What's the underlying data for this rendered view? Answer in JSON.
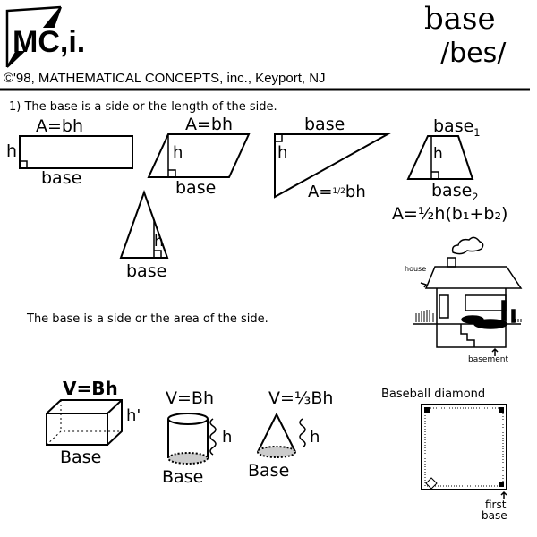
{
  "header": {
    "logo_text": "MC,i.",
    "word": "base",
    "pronunciation": "/bes/",
    "copyright": "©'98, MATHEMATICAL CONCEPTS, inc., Keyport, NJ"
  },
  "definition_1": "1) The base is a side or the length of the side.",
  "definition_2": "The base is a side or the area of the side.",
  "rectangle": {
    "formula": "A=bh",
    "height": "h",
    "base": "base"
  },
  "parallelogram": {
    "formula": "A=bh",
    "height": "h",
    "base": "base"
  },
  "right_triangle": {
    "formula_prefix": "A=",
    "formula_frac": "1/2",
    "formula_suffix": "bh",
    "height": "h",
    "base": "base"
  },
  "trapezoid": {
    "top": "base",
    "top_sub": "1",
    "bottom": "base",
    "bottom_sub": "2",
    "formula": "A=½h(b₁+b₂)",
    "height": "h"
  },
  "tall_triangle": {
    "height": "h",
    "base": "base"
  },
  "house": {
    "house_label": "house",
    "basement_label": "basement"
  },
  "prism": {
    "formula": "V=Bh",
    "height": "h'",
    "base": "Base"
  },
  "cylinder": {
    "formula": "V=Bh",
    "height": "h",
    "base": "Base"
  },
  "cone": {
    "formula": "V=⅓Bh",
    "height": "h",
    "base": "Base"
  },
  "baseball": {
    "title": "Baseball diamond",
    "first": "first",
    "base": "base"
  }
}
